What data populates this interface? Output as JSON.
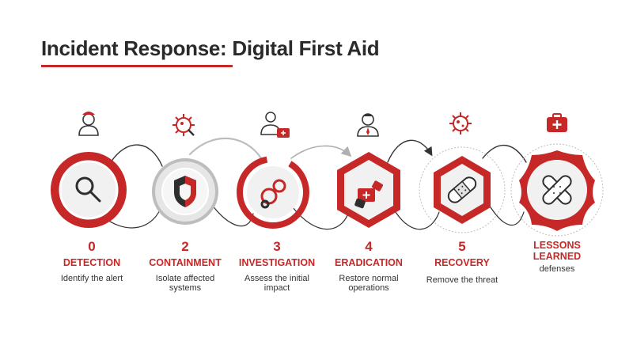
{
  "title": "Incident Response: Digital First Aid",
  "colors": {
    "accent": "#c62828",
    "dark": "#2e2e2e",
    "ring_gray": "#bdbdbd",
    "fill_light": "#f1f1f1"
  },
  "steps": [
    {
      "number": "0",
      "name": "DETECTION",
      "description": "Identify the alert",
      "icon": "magnifier-icon",
      "top_icon": "person-icon"
    },
    {
      "number": "2",
      "name": "CONTAINMENT",
      "description": "Isolate affected\nsystems",
      "icon": "shield-icon",
      "top_icon": "virus-icon"
    },
    {
      "number": "3",
      "name": "INVESTIGATION",
      "description": "Assess the initial\nimpact",
      "icon": "rings-icon",
      "top_icon": "medic-kit-icon"
    },
    {
      "number": "4",
      "name": "ERADICATION",
      "description": "Restore normal\noperations",
      "icon": "first-aid-kit-icon",
      "top_icon": "businessman-icon"
    },
    {
      "number": "5",
      "name": "RECOVERY",
      "description": "Remove the threat",
      "icon": "bandage-icon",
      "top_icon": "virus-icon"
    },
    {
      "number": "",
      "name": "LESSONS\nLEARNED",
      "description": "defenses",
      "icon": "cross-bandage-icon",
      "top_icon": "first-aid-box-icon"
    }
  ]
}
